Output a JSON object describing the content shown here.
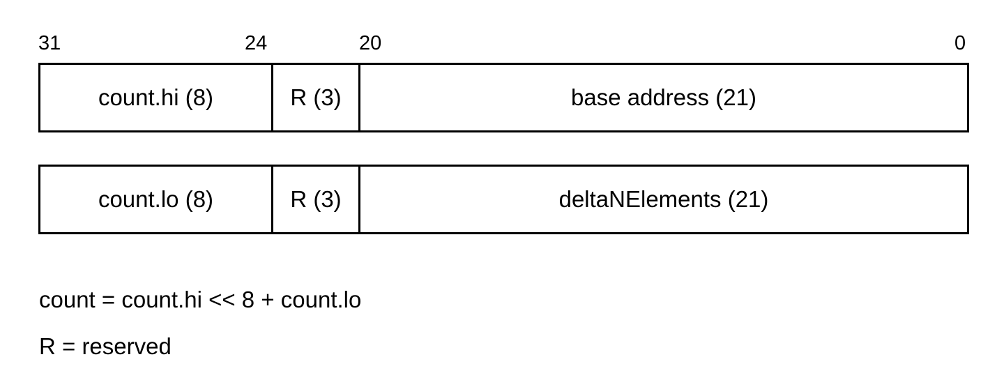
{
  "bit_labels": [
    "31",
    "24",
    "20",
    "0"
  ],
  "rows": [
    {
      "fields": [
        "count.hi (8)",
        "R (3)",
        "base address (21)"
      ]
    },
    {
      "fields": [
        "count.lo (8)",
        "R (3)",
        "deltaNElements (21)"
      ]
    }
  ],
  "notes": [
    "count = count.hi << 8 + count.lo",
    "R = reserved"
  ]
}
